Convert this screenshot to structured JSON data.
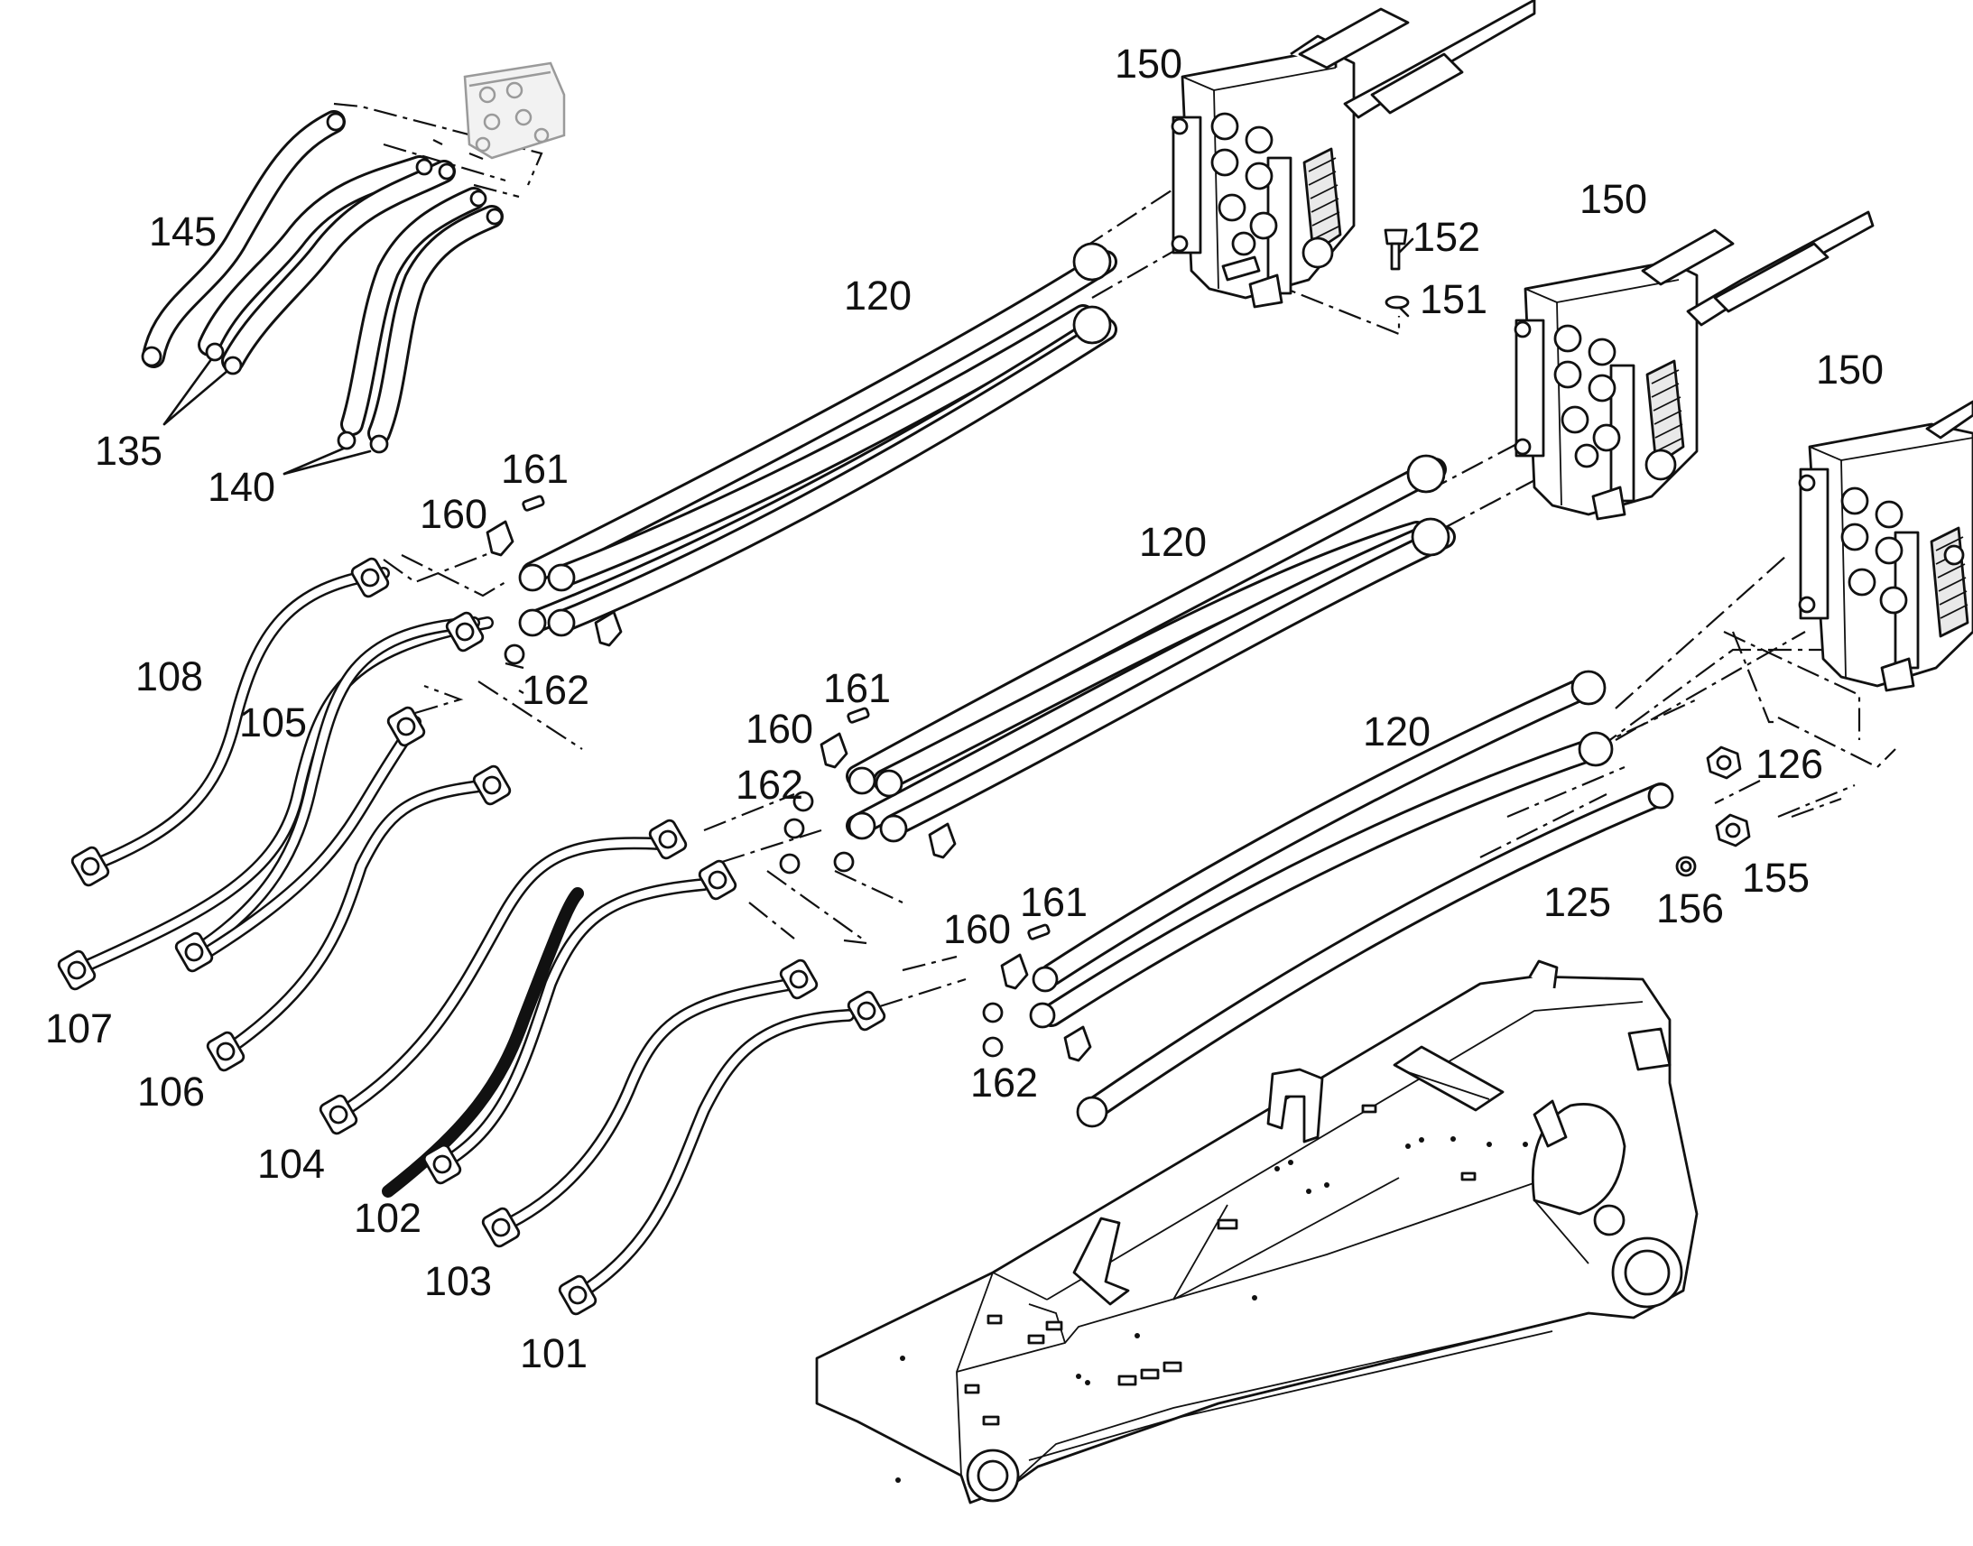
{
  "callouts": {
    "p101": "101",
    "p102": "102",
    "p103": "103",
    "p104": "104",
    "p105": "105",
    "p106": "106",
    "p107": "107",
    "p108": "108",
    "p120": "120",
    "p125": "125",
    "p126": "126",
    "p135": "135",
    "p140": "140",
    "p145": "145",
    "p150": "150",
    "p151": "151",
    "p152": "152",
    "p155": "155",
    "p156": "156",
    "p160": "160",
    "p161": "161",
    "p162": "162"
  }
}
